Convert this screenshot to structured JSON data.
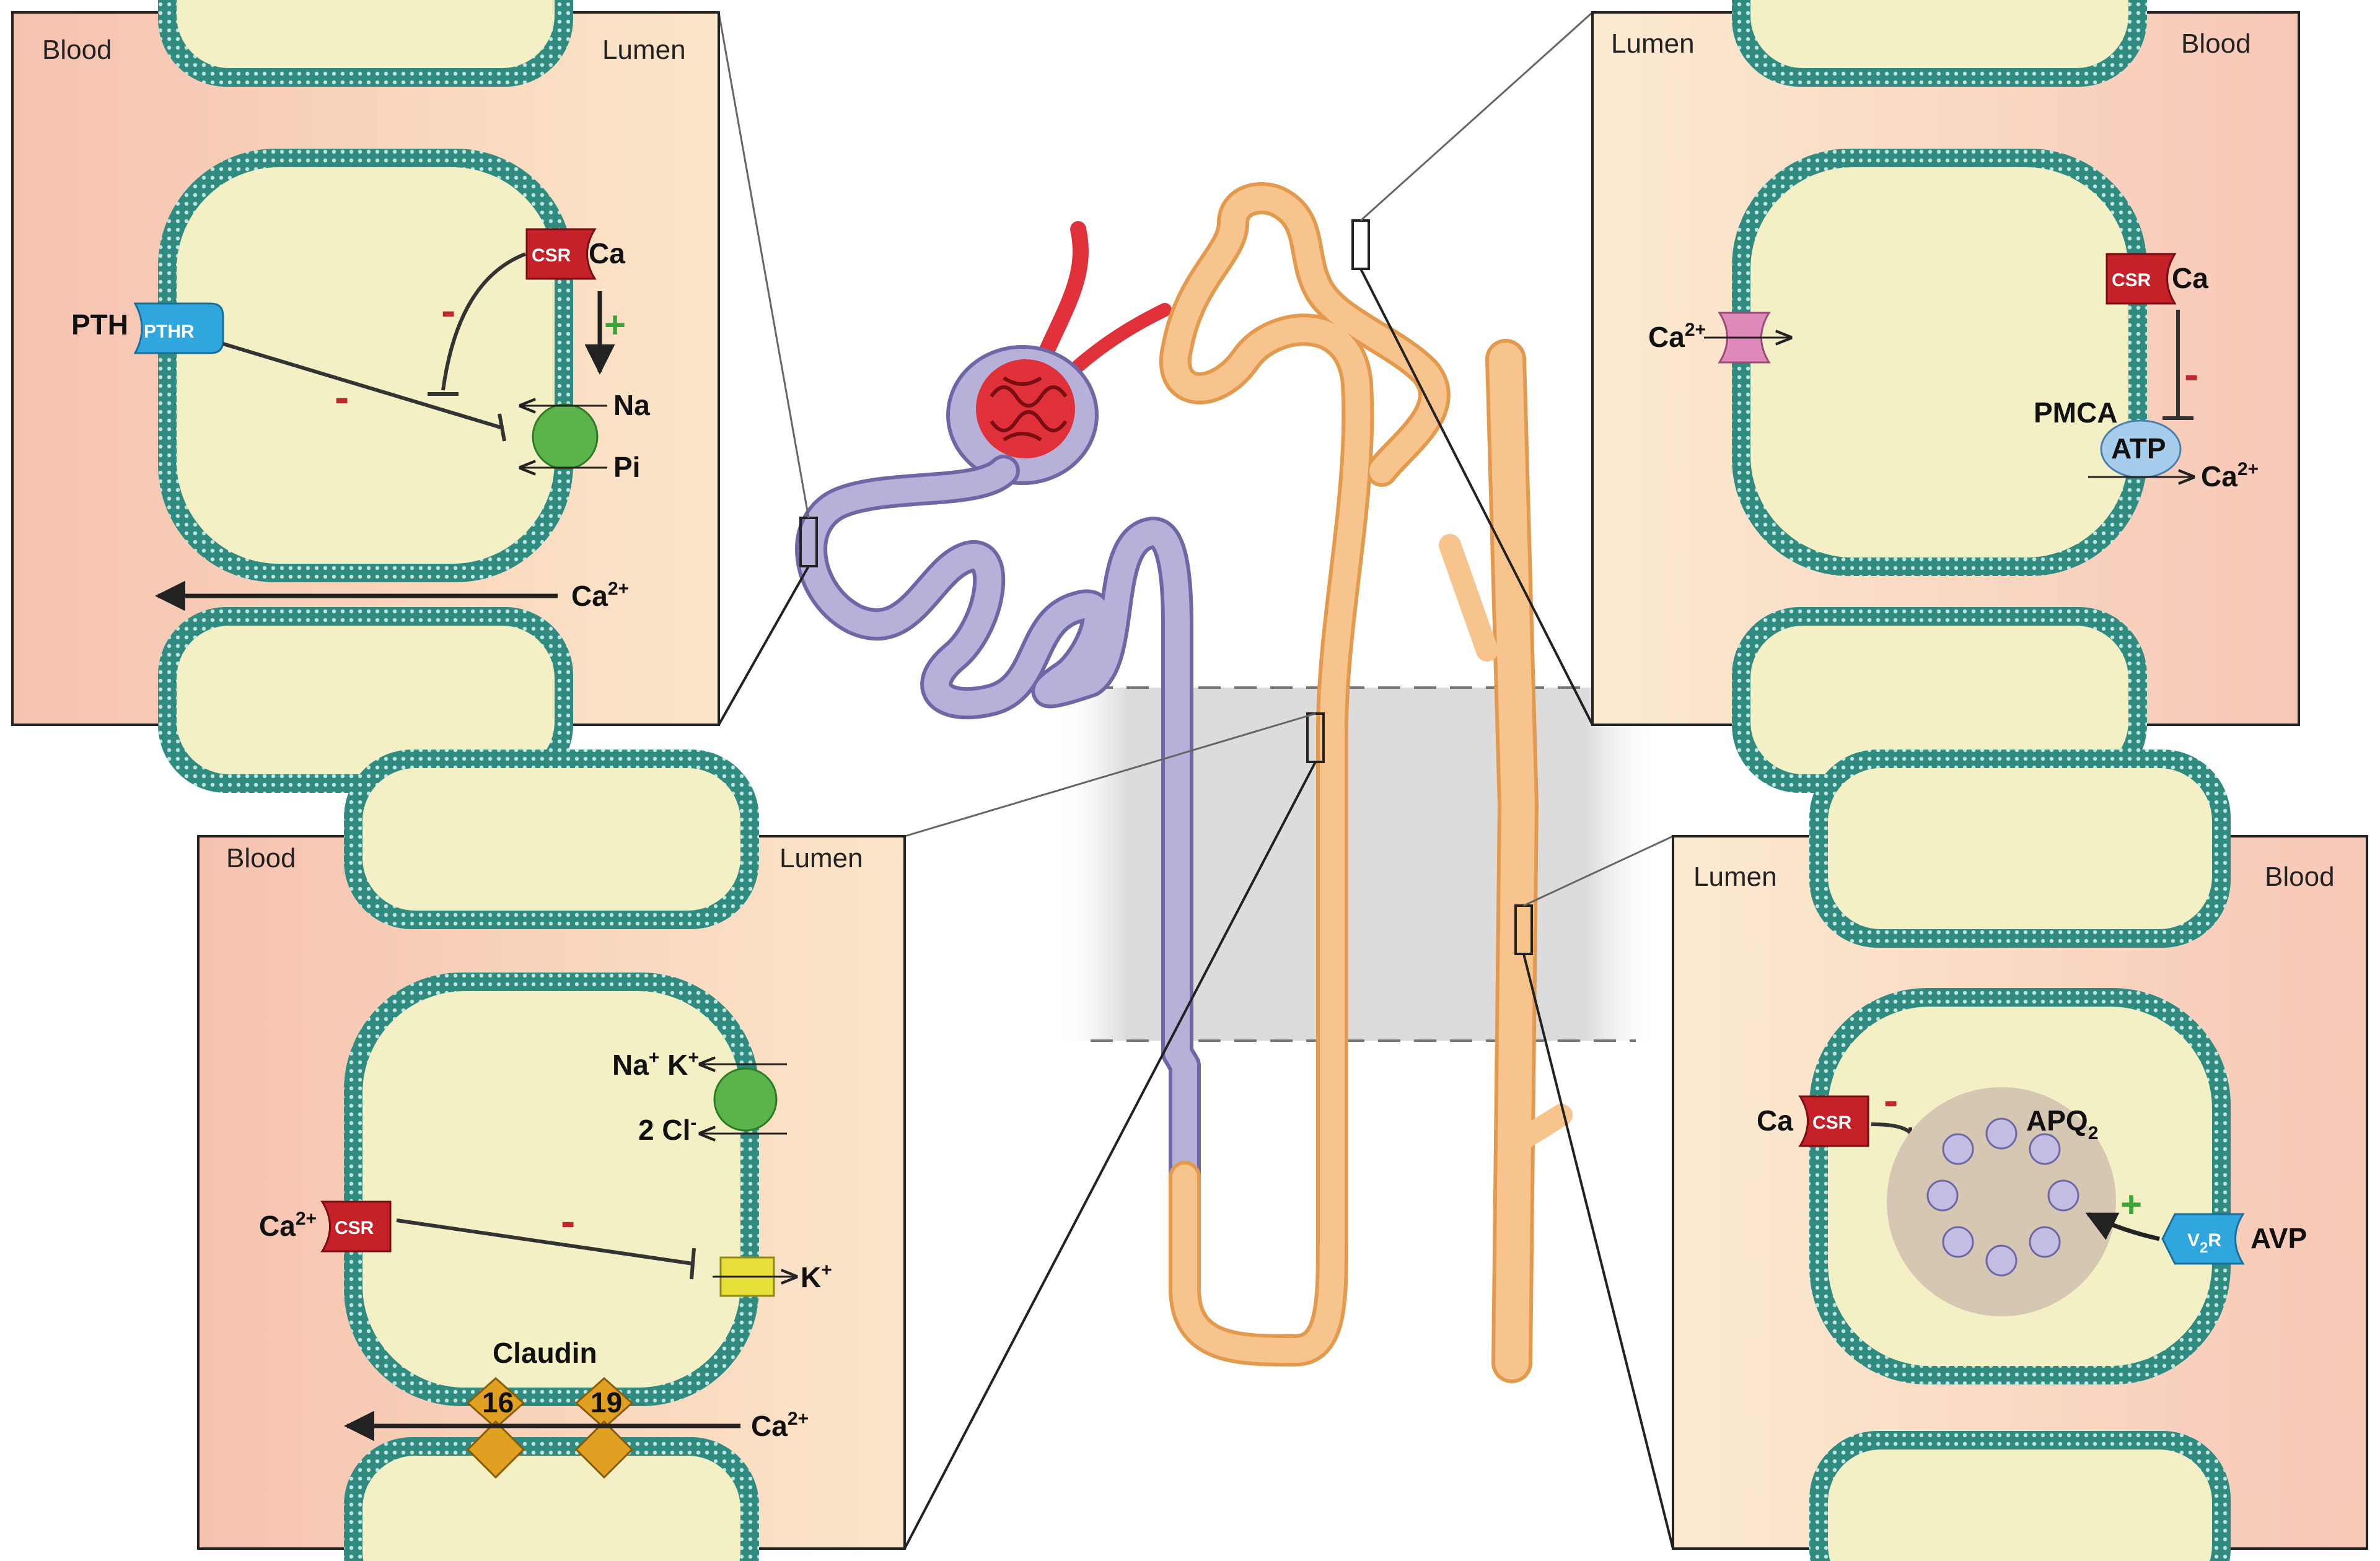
{
  "colors": {
    "blood": "#f7c9b8",
    "lumen": "#fbe7c9",
    "cytoplasm": "#f4f0c6",
    "membrane": "#2f8a80",
    "tubule_proximal": "#b6b1d8",
    "tubule_loop": "#f7c48e",
    "glomerulus": "#e0313b",
    "csr": "#c42128",
    "pthr": "#2fa6de",
    "transporter": "#5bb44a",
    "claudin": "#e0a021",
    "k_channel": "#e8e03a",
    "trpv5": "#e08abb",
    "pmca": "#a6cdec",
    "v2r": "#2fa6de",
    "vesicle_zone": "#d6c7b3",
    "aqp": "#c3bde3"
  },
  "panels": {
    "proximal": {
      "blood_label": "Blood",
      "lumen_label": "Lumen",
      "pth": "PTH",
      "pthr": "PTHR",
      "csr": "CSR",
      "ca": "Ca",
      "na": "Na",
      "pi": "Pi",
      "ca2": "Ca",
      "ca2_sup": "2+",
      "plus": "+",
      "minus1": "-",
      "minus2": "-"
    },
    "distal": {
      "lumen_label": "Lumen",
      "blood_label": "Blood",
      "ca_in": "Ca",
      "ca_in_sup": "2+",
      "csr": "CSR",
      "ca": "Ca",
      "pmca": "PMCA",
      "atp": "ATP",
      "ca_out": "Ca",
      "ca_out_sup": "2+",
      "minus": "-"
    },
    "thick_ascending": {
      "blood_label": "Blood",
      "lumen_label": "Lumen",
      "na": "Na",
      "na_sup": "+",
      "k": "K",
      "k_sup": "+",
      "cl": "2 Cl",
      "cl_sup": "-",
      "ca": "Ca",
      "ca_sup": "2+",
      "csr": "CSR",
      "k_out": "K",
      "k_out_sup": "+",
      "claudin": "Claudin",
      "claudin16": "16",
      "claudin19": "19",
      "ca_para": "Ca",
      "ca_para_sup": "2+",
      "minus": "-"
    },
    "collecting": {
      "lumen_label": "Lumen",
      "blood_label": "Blood",
      "ca": "Ca",
      "csr": "CSR",
      "apq": "APQ",
      "apq_sub": "2",
      "v2r_v": "V",
      "v2r_sub": "2",
      "v2r_r": "R",
      "avp": "AVP",
      "plus": "+",
      "minus": "-"
    }
  },
  "icons": [
    "csr-receptor-icon",
    "pthr-receptor-icon",
    "cotransporter-icon",
    "claudin-icon",
    "k-channel-icon",
    "calcium-channel-icon",
    "pmca-pump-icon",
    "v2r-receptor-icon",
    "aquaporin-vesicle-icon",
    "glomerulus-icon"
  ]
}
